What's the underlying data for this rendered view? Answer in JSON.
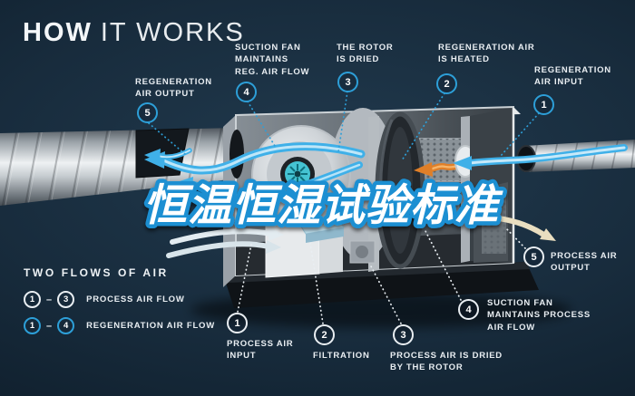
{
  "title": {
    "bold": "HOW",
    "light": "IT WORKS"
  },
  "overlay": {
    "text": "恒温恒湿试验标准"
  },
  "colors": {
    "background": "#152838",
    "accent_blue": "#2d9fd8",
    "overlay_outline_blue": "#1d8fd2",
    "heater_orange": "#e07f28",
    "label_white": "#e9eef2",
    "process_arrow_pale": "#e3ecf1",
    "output_arrow_cream": "#e9dec0"
  },
  "icons": {
    "badge": "numbered-circle",
    "leader_line_top": "dotted-blue-line",
    "leader_line_bottom": "dotted-white-line",
    "flow_arrow": "curved-arrow"
  },
  "callouts_top": [
    {
      "num": "5",
      "lines": [
        "REGENERATION",
        "AIR OUTPUT"
      ]
    },
    {
      "num": "4",
      "lines": [
        "SUCTION FAN",
        "MAINTAINS",
        "REG. AIR FLOW"
      ]
    },
    {
      "num": "3",
      "lines": [
        "THE ROTOR",
        "IS DRIED"
      ]
    },
    {
      "num": "2",
      "lines": [
        "REGENERATION AIR",
        "IS HEATED"
      ]
    },
    {
      "num": "1",
      "lines": [
        "REGENERATION",
        "AIR INPUT"
      ]
    }
  ],
  "callouts_bottom": [
    {
      "num": "1",
      "lines": [
        "PROCESS AIR",
        "INPUT"
      ]
    },
    {
      "num": "2",
      "lines": [
        "FILTRATION"
      ]
    },
    {
      "num": "3",
      "lines": [
        "PROCESS AIR IS DRIED",
        "BY THE ROTOR"
      ]
    },
    {
      "num": "4",
      "lines": [
        "SUCTION FAN",
        "MAINTAINS PROCESS",
        "AIR FLOW"
      ]
    },
    {
      "num": "5",
      "lines": [
        "PROCESS AIR",
        "OUTPUT"
      ]
    }
  ],
  "legend": {
    "title": "TWO FLOWS OF AIR",
    "rows": [
      {
        "from": "1",
        "sep": "–",
        "to": "3",
        "label": "PROCESS AIR FLOW"
      },
      {
        "from": "1",
        "sep": "–",
        "to": "4",
        "label": "REGENERATION AIR FLOW"
      }
    ]
  }
}
